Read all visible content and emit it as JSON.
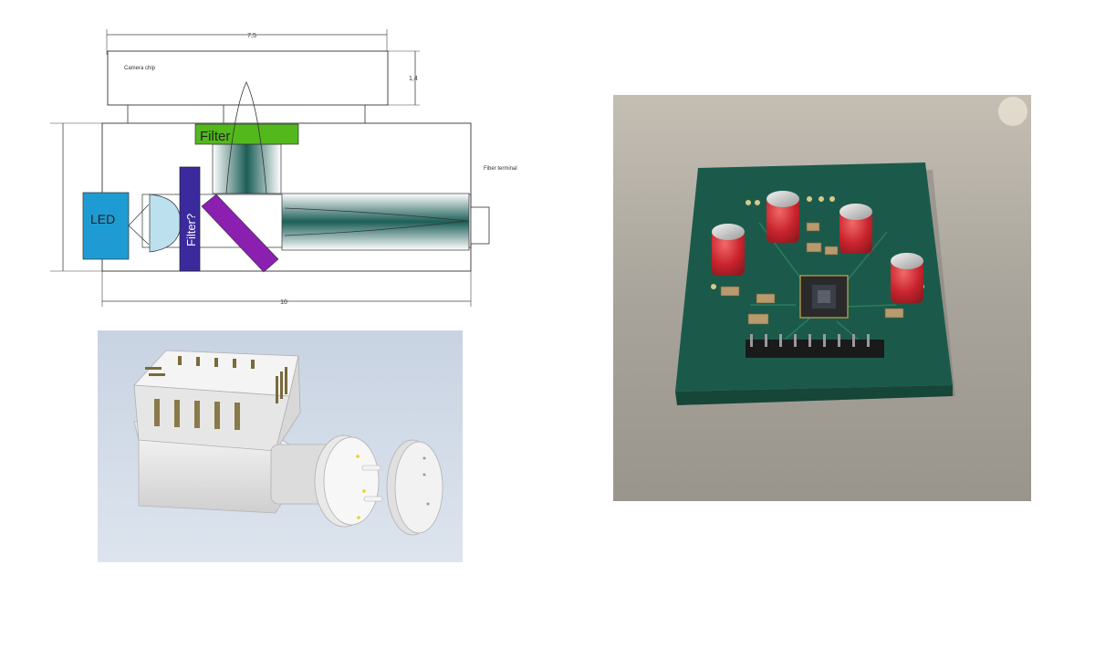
{
  "schematic": {
    "top_dimension": "7,5",
    "camera_chip_label": "Camera chip",
    "side_dimension": "1,4",
    "fiber_terminal_label": "Fiber terminal",
    "filter_label": "Filter",
    "filter_q_label": "Filter?",
    "led_label": "LED",
    "bottom_dimension": "10",
    "colors": {
      "led": "#1e9bd2",
      "filter": "#52b81c",
      "filter_q": "#3b2a9e",
      "mirror": "#8a1fb0",
      "lens": "#bde0ef",
      "beam": "#1c5e57"
    }
  },
  "render3d": {
    "background": "#d4dde9"
  },
  "photo": {
    "board_color": "#1b5a4a",
    "capacitor_color": "#d6303a"
  }
}
